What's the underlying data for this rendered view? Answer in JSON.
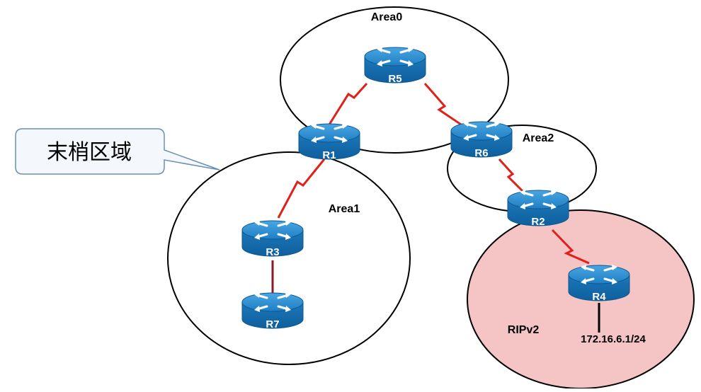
{
  "areas": {
    "area0": "Area0",
    "area1": "Area1",
    "area2": "Area2",
    "ripv2": "RIPv2"
  },
  "callout": {
    "text": "末梢区域"
  },
  "routers": {
    "r1": "R1",
    "r2": "R2",
    "r3": "R3",
    "r4": "R4",
    "r5": "R5",
    "r6": "R6",
    "r7": "R7"
  },
  "network": {
    "r4_lan": "172.16.6.1/24"
  },
  "colors": {
    "link_serial": "#e0201b",
    "link_ethernet": "#8b1a2a",
    "router_top": "#2f8fd3",
    "router_body": "#1872b5",
    "ripv2_fill": "#f5c4c4"
  }
}
